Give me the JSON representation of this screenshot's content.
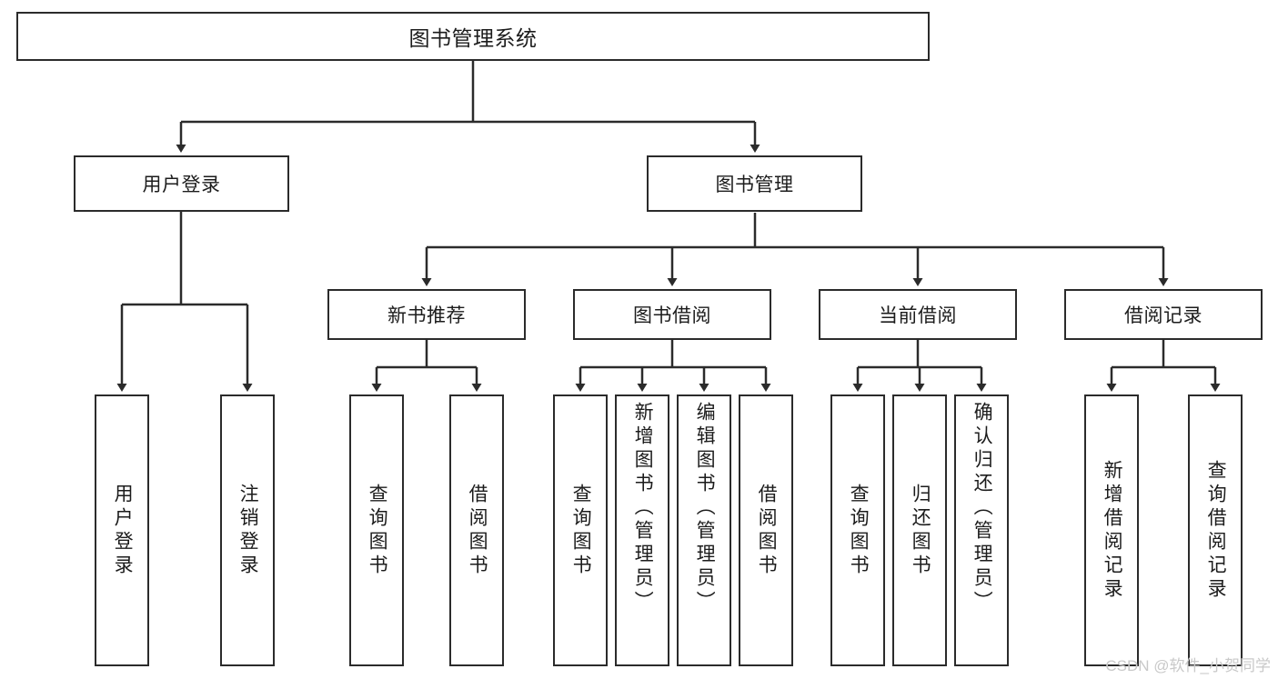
{
  "diagram": {
    "title": "图书管理系统",
    "type": "tree",
    "root": {
      "id": "root",
      "label": "图书管理系统"
    },
    "tier1": [
      {
        "id": "user-login",
        "label": "用户登录"
      },
      {
        "id": "book-manage",
        "label": "图书管理"
      }
    ],
    "tier2": [
      {
        "id": "new-book-recommend",
        "label": "新书推荐"
      },
      {
        "id": "book-borrow",
        "label": "图书借阅"
      },
      {
        "id": "current-borrow",
        "label": "当前借阅"
      },
      {
        "id": "borrow-record",
        "label": "借阅记录"
      }
    ],
    "leaves": [
      {
        "id": "leaf-user-login",
        "parent": "user-login",
        "label": "用户登录"
      },
      {
        "id": "leaf-user-logout",
        "parent": "user-login",
        "label": "注销登录"
      },
      {
        "id": "leaf-query-book-1",
        "parent": "new-book-recommend",
        "label": "查询图书"
      },
      {
        "id": "leaf-borrow-book-1",
        "parent": "new-book-recommend",
        "label": "借阅图书"
      },
      {
        "id": "leaf-query-book-2",
        "parent": "book-borrow",
        "label": "查询图书"
      },
      {
        "id": "leaf-add-book",
        "parent": "book-borrow",
        "label": "新增图书（管理员）"
      },
      {
        "id": "leaf-edit-book",
        "parent": "book-borrow",
        "label": "编辑图书（管理员）"
      },
      {
        "id": "leaf-borrow-book-2",
        "parent": "book-borrow",
        "label": "借阅图书"
      },
      {
        "id": "leaf-query-book-3",
        "parent": "current-borrow",
        "label": "查询图书"
      },
      {
        "id": "leaf-return-book",
        "parent": "current-borrow",
        "label": "归还图书"
      },
      {
        "id": "leaf-confirm-return",
        "parent": "current-borrow",
        "label": "确认归还（管理员）"
      },
      {
        "id": "leaf-add-record",
        "parent": "borrow-record",
        "label": "新增借阅记录"
      },
      {
        "id": "leaf-query-record",
        "parent": "borrow-record",
        "label": "查询借阅记录"
      }
    ]
  },
  "watermark": {
    "text": "CSDN @软件_小贺同学"
  },
  "colors": {
    "stroke": "#2b2b2b",
    "text": "#1c1c1c",
    "background": "#ffffff",
    "watermark": "#c9c9c9"
  }
}
